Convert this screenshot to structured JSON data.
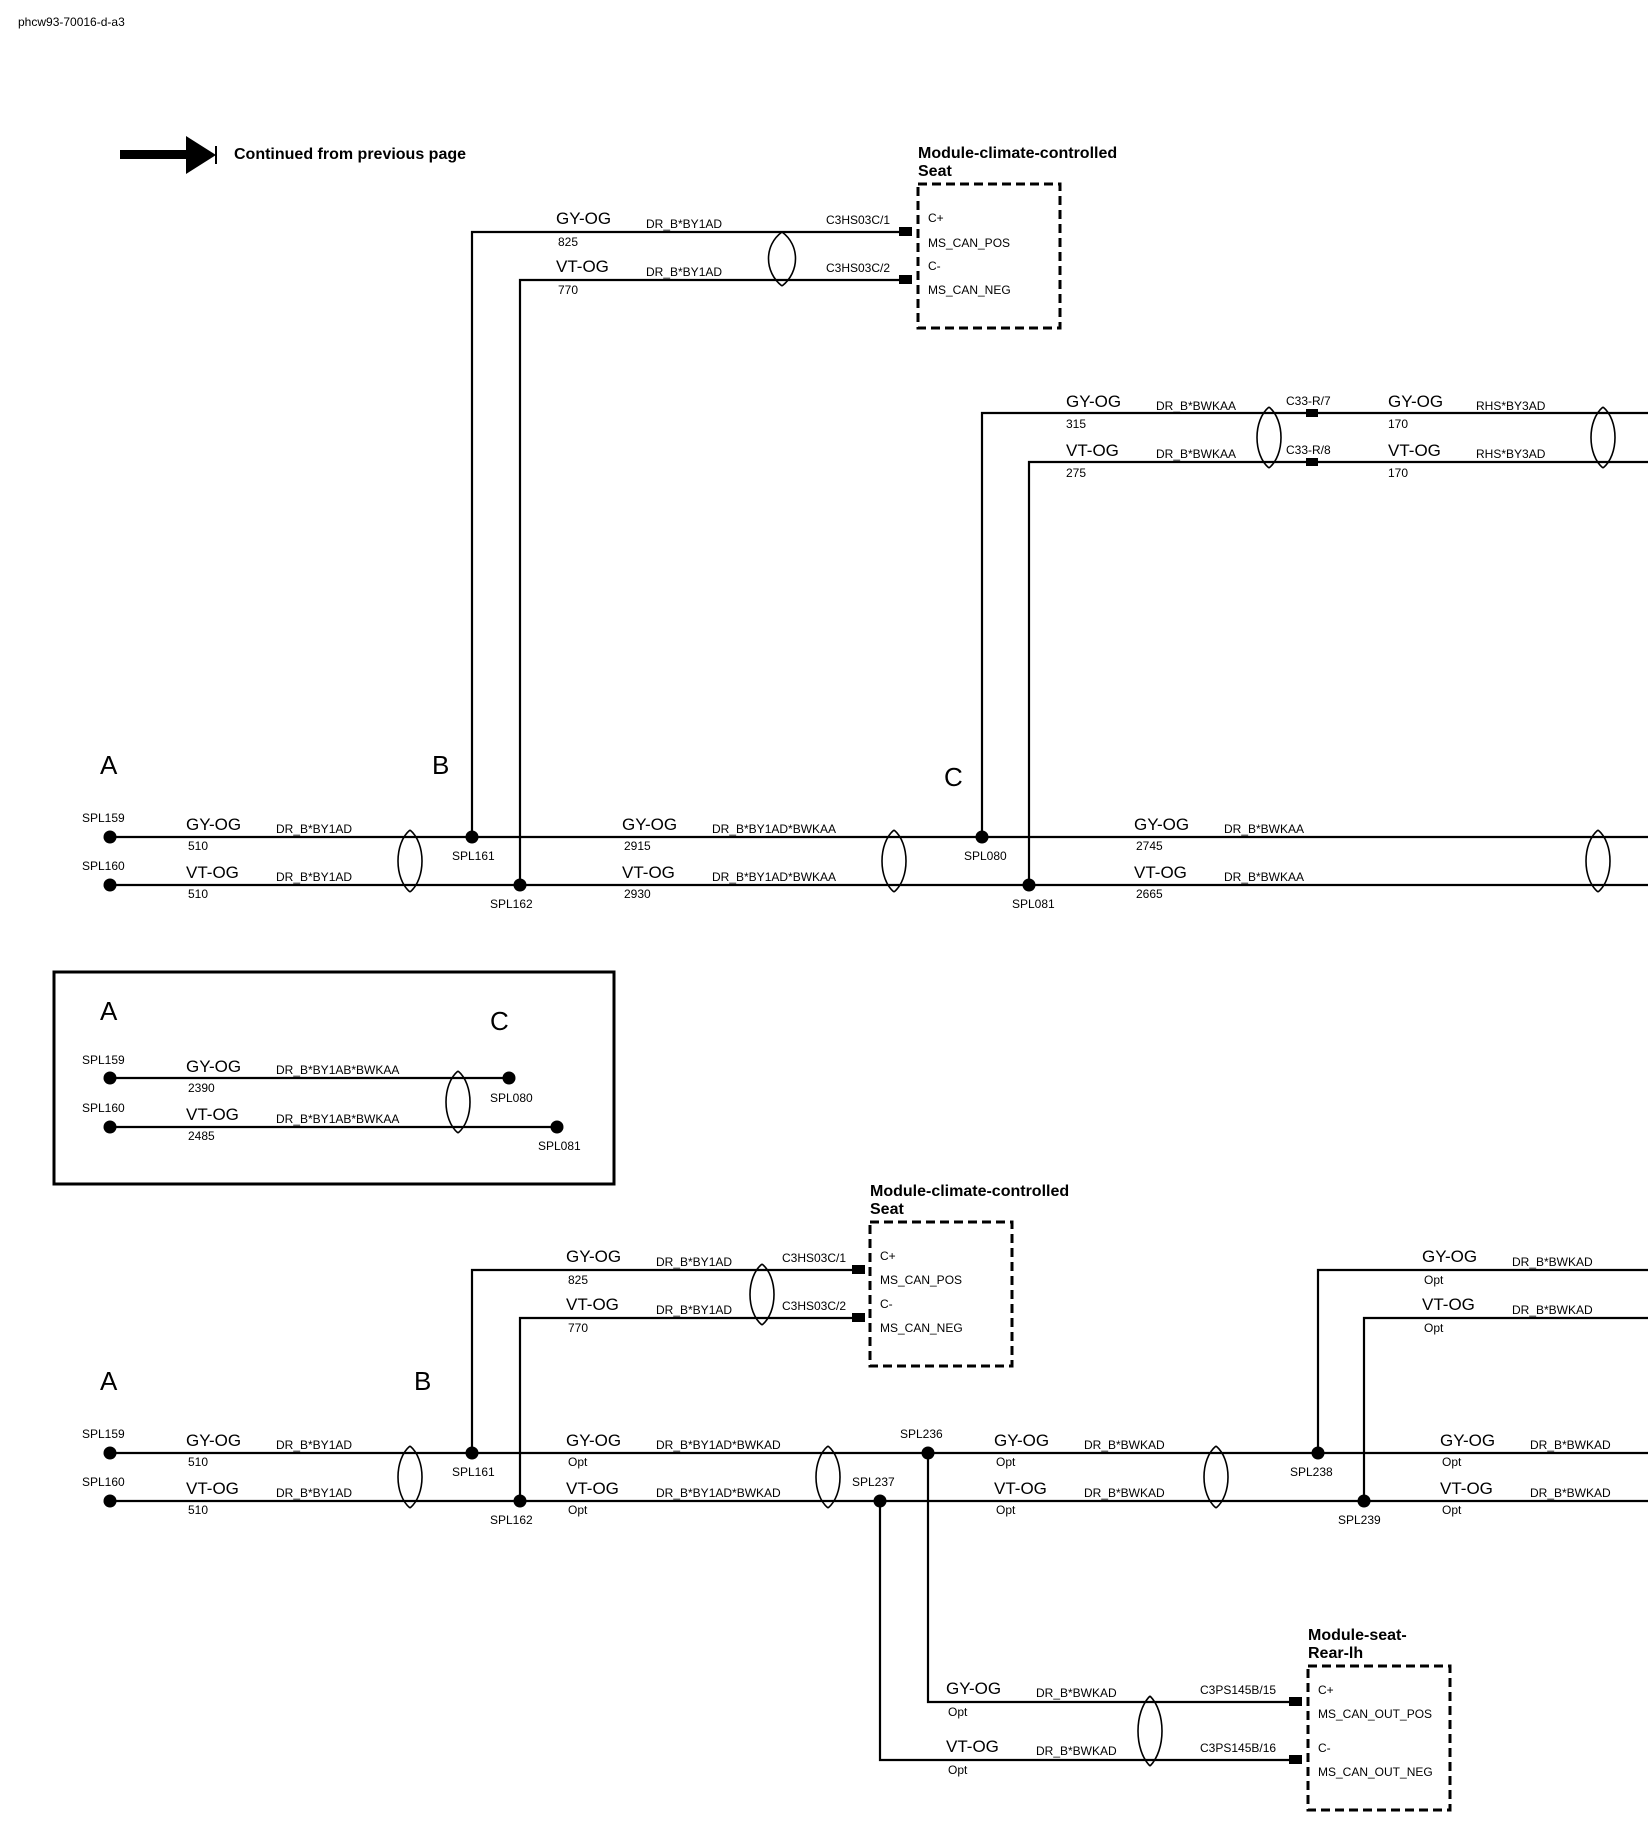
{
  "doc_id": "phcw93-70016-d-a3",
  "continued_label": "Continued from previous page",
  "letters": {
    "a": "A",
    "b": "B",
    "c": "C"
  },
  "colors": {
    "gy_og": "GY-OG",
    "vt_og": "VT-OG"
  },
  "harness": {
    "by1ad": "DR_B*BY1AD",
    "bwkaa": "DR_B*BWKAA",
    "by1ad_bwkaa": "DR_B*BY1AD*BWKAA",
    "by1ab_bwkaa": "DR_B*BY1AB*BWKAA",
    "bwkad": "DR_B*BWKAD",
    "by1ad_bwkad": "DR_B*BY1AD*BWKAD",
    "rhs_by3ad": "RHS*BY3AD"
  },
  "lengths": {
    "l825": "825",
    "l770": "770",
    "l315": "315",
    "l275": "275",
    "l170": "170",
    "l510": "510",
    "l2915": "2915",
    "l2930": "2930",
    "l2745": "2745",
    "l2665": "2665",
    "l2390": "2390",
    "l2485": "2485",
    "opt": "Opt"
  },
  "splices": {
    "s159": "SPL159",
    "s160": "SPL160",
    "s161": "SPL161",
    "s162": "SPL162",
    "s080": "SPL080",
    "s081": "SPL081",
    "s236": "SPL236",
    "s237": "SPL237",
    "s238": "SPL238",
    "s239": "SPL239"
  },
  "connectors": {
    "c3hs1": "C3HS03C/1",
    "c3hs2": "C3HS03C/2",
    "c33r7": "C33-R/7",
    "c33r8": "C33-R/8",
    "c3ps15": "C3PS145B/15",
    "c3ps16": "C3PS145B/16"
  },
  "modules": {
    "climate_l1": "Module-climate-controlled",
    "climate_l2": "Seat",
    "seat_l1": "Module-seat-",
    "seat_l2": "Rear-lh"
  },
  "pins": {
    "cplus": "C+",
    "cminus": "C-",
    "ms_pos": "MS_CAN_POS",
    "ms_neg": "MS_CAN_NEG",
    "ms_out_pos": "MS_CAN_OUT_POS",
    "ms_out_neg": "MS_CAN_OUT_NEG"
  }
}
